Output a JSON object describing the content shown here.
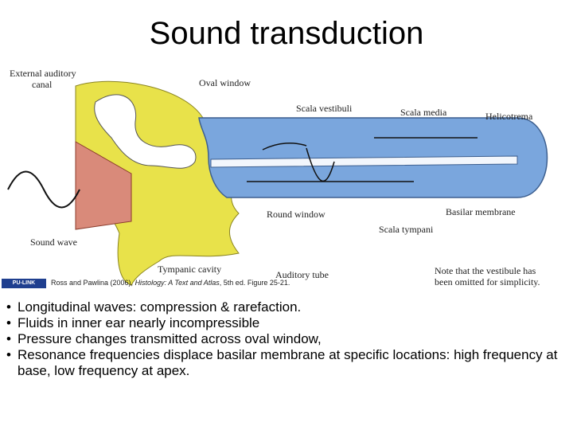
{
  "slide": {
    "title": "Sound transduction"
  },
  "figure": {
    "labels": {
      "external_canal": [
        "External auditory",
        "canal"
      ],
      "oval_window": "Oval window",
      "scala_vestibuli": "Scala vestibuli",
      "scala_media": "Scala media",
      "helicotrema": "Helicotrema",
      "round_window": "Round window",
      "basilar_membrane": "Basilar membrane",
      "scala_tympani": "Scala tympani",
      "sound_wave": "Sound wave",
      "tympanic_cavity": "Tympanic cavity",
      "auditory_tube": "Auditory tube"
    },
    "note": [
      "Note that the vestibule has",
      "been omitted for simplicity."
    ],
    "colors": {
      "bone": "#e8e24a",
      "cochlea": "#7aa6dd",
      "muscle": "#d98a7a",
      "ossicle": "#ffffff"
    }
  },
  "citation": {
    "logo_text": "PU-LINK",
    "prefix": "Ross and Pawlina (2006), ",
    "book": "Histology: A Text and Atlas",
    "suffix": ", 5th ed. Figure 25-21."
  },
  "bullets": [
    "Longitudinal waves:  compression  & rarefaction.",
    "Fluids in inner ear nearly incompressible",
    "Pressure changes transmitted across oval window,",
    "Resonance frequencies displace basilar membrane at specific locations: high frequency at base, low frequency at apex."
  ]
}
